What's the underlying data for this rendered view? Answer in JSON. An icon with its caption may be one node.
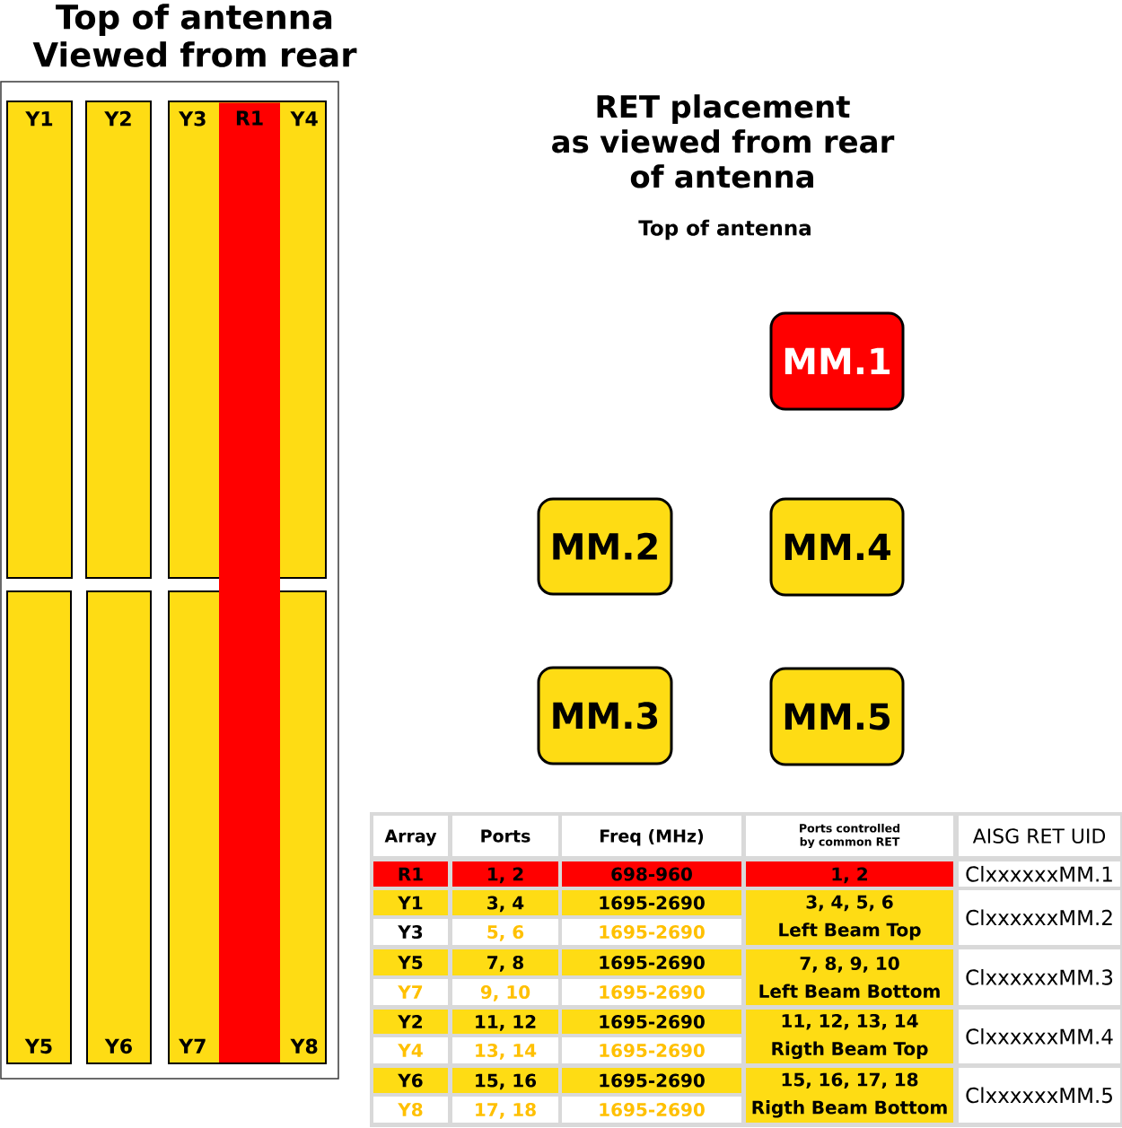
{
  "diagram": {
    "title": "RET placement as viewed from rear of antenna",
    "nodes": [
      {
        "text": [
          "Top of antenna Viewed from rear"
        ]
      },
      {
        "text": [
          "Y1"
        ],
        "in": 0
      },
      {
        "text": [
          "Y2"
        ],
        "in": 0
      },
      {
        "text": [
          "Y3",
          "Y4"
        ],
        "in": 0
      },
      {
        "text": [
          "R1"
        ],
        "in": 0
      },
      {
        "text": [
          "Y5"
        ],
        "in": 0
      },
      {
        "text": [
          "Y6"
        ],
        "in": 0
      },
      {
        "text": [
          "Y7",
          "Y8"
        ],
        "in": 0
      },
      {
        "text": [
          "MM.1"
        ]
      },
      {
        "text": [
          "MM.2"
        ]
      },
      {
        "text": [
          "MM.4"
        ]
      },
      {
        "text": [
          "MM.3"
        ]
      },
      {
        "text": [
          "MM.5"
        ]
      }
    ],
    "labels": [
      "Top of antenna",
      "Array",
      "Ports",
      "Freq (MHz)",
      "Ports controlled by common RET",
      "AISG RET UID",
      "R1",
      "1, 2",
      "698-960",
      "1, 2",
      "ClxxxxxxMM.1",
      "Y1",
      "3, 4",
      "1695-2690",
      "3, 4, 5, 6 Left Beam Top",
      "ClxxxxxxMM.2",
      "Y3",
      "5, 6",
      "1695-2690",
      "Y5",
      "7, 8",
      "1695-2690",
      "7, 8, 9, 10 Left Beam Bottom",
      "ClxxxxxxMM.3",
      "Y7",
      "9, 10",
      "1695-2690",
      "Y2",
      "11, 12",
      "1695-2690",
      "11, 12, 13, 14 Rigth Beam Top",
      "ClxxxxxxMM.4",
      "Y4",
      "13, 14",
      "1695-2690",
      "Y6",
      "15, 16",
      "1695-2690",
      "15, 16, 17, 18 Rigth Beam Bottom",
      "ClxxxxxxMM.5",
      "Y8",
      "17, 18",
      "1695-2690"
    ]
  }
}
